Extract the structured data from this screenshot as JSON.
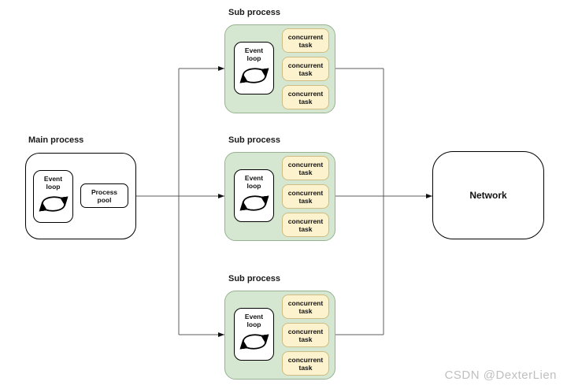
{
  "main_process": {
    "label": "Main process",
    "event_loop_label": "Event loop",
    "process_pool_label": "Process pool"
  },
  "sub_processes": [
    {
      "label": "Sub process",
      "event_loop_label": "Event loop",
      "tasks": [
        "concurrent task",
        "concurrent task",
        "concurrent task"
      ]
    },
    {
      "label": "Sub process",
      "event_loop_label": "Event loop",
      "tasks": [
        "concurrent task",
        "concurrent task",
        "concurrent task"
      ]
    },
    {
      "label": "Sub process",
      "event_loop_label": "Event loop",
      "tasks": [
        "concurrent task",
        "concurrent task",
        "concurrent task"
      ]
    }
  ],
  "network": {
    "label": "Network"
  },
  "watermark": "CSDN @DexterLien",
  "icons": {
    "event_loop_icon": "cycle-arrows-icon"
  },
  "colors": {
    "sub_process_fill": "#d5e7d0",
    "sub_process_border": "#97b290",
    "task_fill": "#fcf2cd",
    "task_border": "#cfbc83",
    "node_border": "#000000",
    "connector": "#5c5c5c",
    "arrowhead": "#111111",
    "watermark": "#bfbfbf",
    "background": "#ffffff"
  }
}
